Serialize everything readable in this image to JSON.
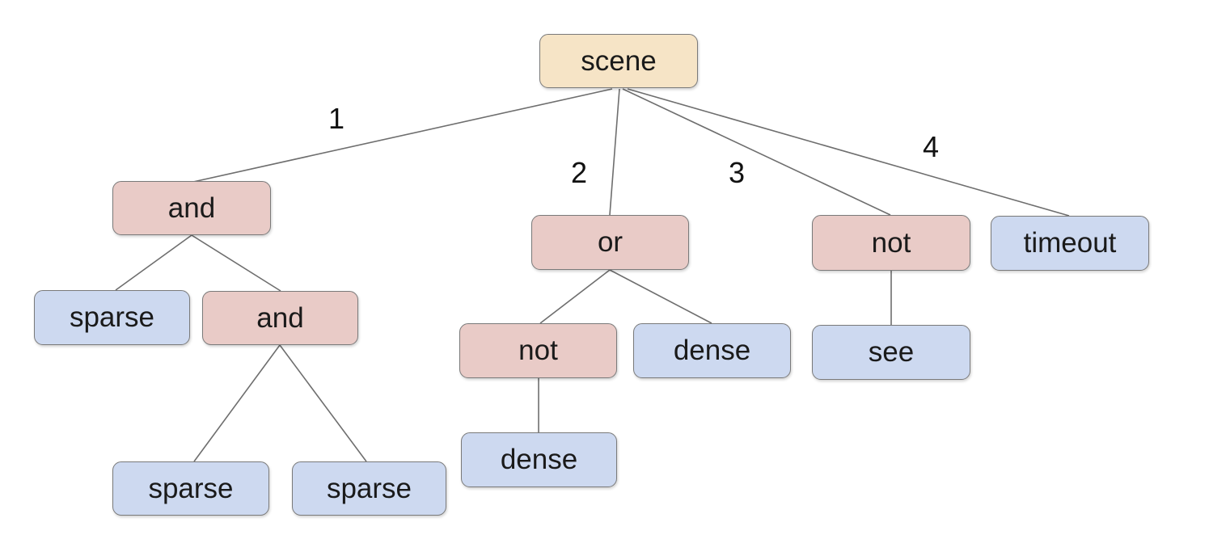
{
  "diagram": {
    "type": "tree",
    "background": "#ffffff",
    "palette": {
      "root_fill": "#f6e4c6",
      "operator_fill": "#e9cbc7",
      "leaf_fill": "#cdd9f0",
      "node_border": "#7a7a7a",
      "edge_line": "#6e6e6e",
      "text": "#1a1a1a"
    }
  },
  "nodes": [
    {
      "id": "scene",
      "label": "scene",
      "kind": "root"
    },
    {
      "id": "and-1",
      "label": "and",
      "kind": "operator"
    },
    {
      "id": "or-1",
      "label": "or",
      "kind": "operator"
    },
    {
      "id": "not-2",
      "label": "not",
      "kind": "operator"
    },
    {
      "id": "timeout-1",
      "label": "timeout",
      "kind": "leaf"
    },
    {
      "id": "sparse-1",
      "label": "sparse",
      "kind": "leaf"
    },
    {
      "id": "and-2",
      "label": "and",
      "kind": "operator"
    },
    {
      "id": "not-1",
      "label": "not",
      "kind": "operator"
    },
    {
      "id": "dense-1",
      "label": "dense",
      "kind": "leaf"
    },
    {
      "id": "see-1",
      "label": "see",
      "kind": "leaf"
    },
    {
      "id": "dense-2",
      "label": "dense",
      "kind": "leaf"
    },
    {
      "id": "sparse-2",
      "label": "sparse",
      "kind": "leaf"
    },
    {
      "id": "sparse-3",
      "label": "sparse",
      "kind": "leaf"
    }
  ],
  "edges": [
    {
      "from": "scene",
      "to": "and-1",
      "label": "1"
    },
    {
      "from": "scene",
      "to": "or-1",
      "label": "2"
    },
    {
      "from": "scene",
      "to": "not-2",
      "label": "3"
    },
    {
      "from": "scene",
      "to": "timeout-1",
      "label": "4"
    },
    {
      "from": "and-1",
      "to": "sparse-1"
    },
    {
      "from": "and-1",
      "to": "and-2"
    },
    {
      "from": "and-2",
      "to": "sparse-2"
    },
    {
      "from": "and-2",
      "to": "sparse-3"
    },
    {
      "from": "or-1",
      "to": "not-1"
    },
    {
      "from": "or-1",
      "to": "dense-1"
    },
    {
      "from": "not-1",
      "to": "dense-2"
    },
    {
      "from": "not-2",
      "to": "see-1"
    }
  ]
}
